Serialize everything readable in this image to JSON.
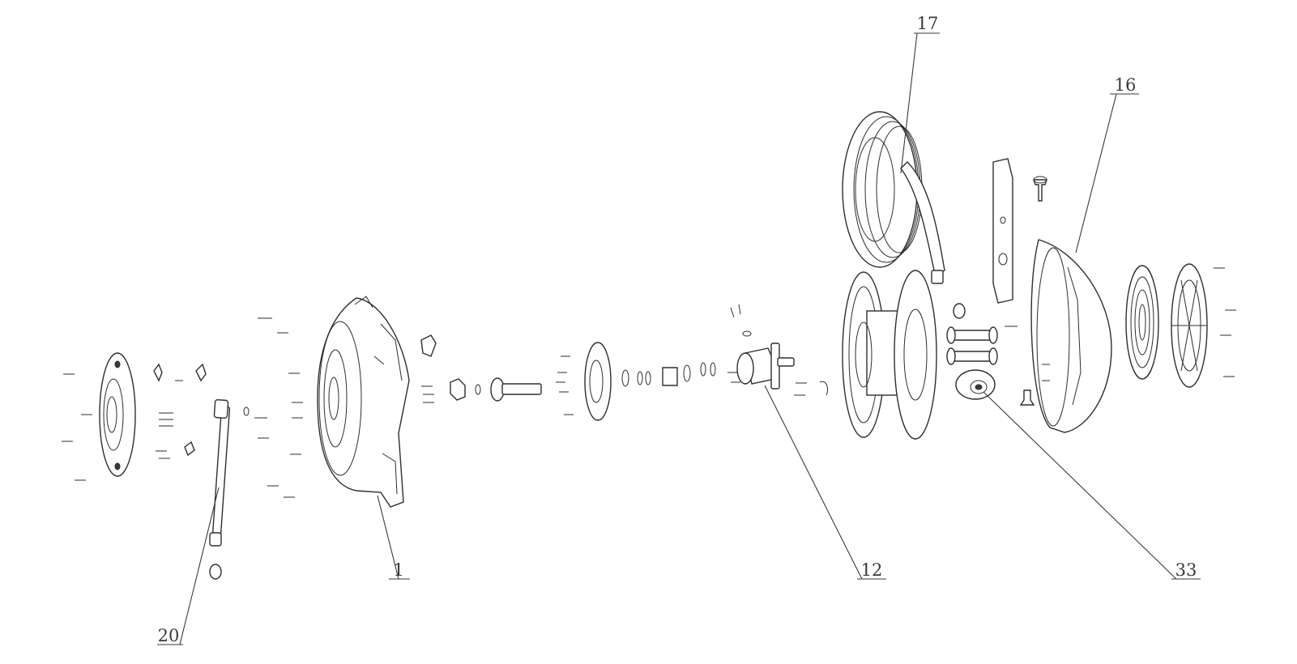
{
  "callouts": [
    {
      "id": "1",
      "label": "1"
    },
    {
      "id": "12",
      "label": "12"
    },
    {
      "id": "16",
      "label": "16"
    },
    {
      "id": "17",
      "label": "17"
    },
    {
      "id": "20",
      "label": "20"
    },
    {
      "id": "33",
      "label": "33"
    }
  ],
  "colors": {
    "line": "#2e2e2e",
    "background": "#ffffff"
  }
}
